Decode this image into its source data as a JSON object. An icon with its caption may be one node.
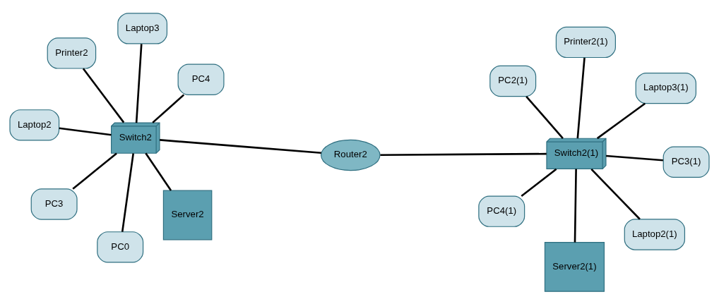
{
  "diagram": {
    "nodes": [
      {
        "text": [
          "Laptop2"
        ]
      },
      {
        "text": [
          "PC4"
        ]
      },
      {
        "text": [
          "PC0"
        ]
      },
      {
        "text": [
          "Switch2"
        ]
      },
      {
        "text": [
          "Laptop3"
        ]
      },
      {
        "text": [
          "Printer2"
        ]
      },
      {
        "text": [
          "PC3"
        ]
      },
      {
        "text": [
          "Server2"
        ]
      },
      {
        "text": [
          "Router2"
        ]
      },
      {
        "text": [
          "Laptop2(1)"
        ]
      },
      {
        "text": [
          "PC4(1)"
        ]
      },
      {
        "text": [
          "PC2(1)"
        ]
      },
      {
        "text": [
          "Switch2(1)"
        ]
      },
      {
        "text": [
          "Laptop3(1)"
        ]
      },
      {
        "text": [
          "Printer2(1)"
        ]
      },
      {
        "text": [
          "Server2(1)"
        ]
      },
      {
        "text": [
          "PC3(1)"
        ]
      }
    ],
    "edges": [
      {
        "from": 3,
        "to": 0,
        "arrow": "none"
      },
      {
        "from": 3,
        "to": 1,
        "arrow": "none"
      },
      {
        "from": 3,
        "to": 2,
        "arrow": "none"
      },
      {
        "from": 3,
        "to": 4,
        "arrow": "none"
      },
      {
        "from": 3,
        "to": 5,
        "arrow": "none"
      },
      {
        "from": 3,
        "to": 6,
        "arrow": "none"
      },
      {
        "from": 3,
        "to": 7,
        "arrow": "none"
      },
      {
        "from": 3,
        "to": 8,
        "arrow": "none"
      },
      {
        "from": 8,
        "to": 12,
        "arrow": "none"
      },
      {
        "from": 12,
        "to": 9,
        "arrow": "none"
      },
      {
        "from": 12,
        "to": 10,
        "arrow": "none"
      },
      {
        "from": 12,
        "to": 11,
        "arrow": "none"
      },
      {
        "from": 12,
        "to": 13,
        "arrow": "none"
      },
      {
        "from": 12,
        "to": 14,
        "arrow": "none"
      },
      {
        "from": 12,
        "to": 15,
        "arrow": "none"
      },
      {
        "from": 12,
        "to": 16,
        "arrow": "none"
      }
    ]
  }
}
